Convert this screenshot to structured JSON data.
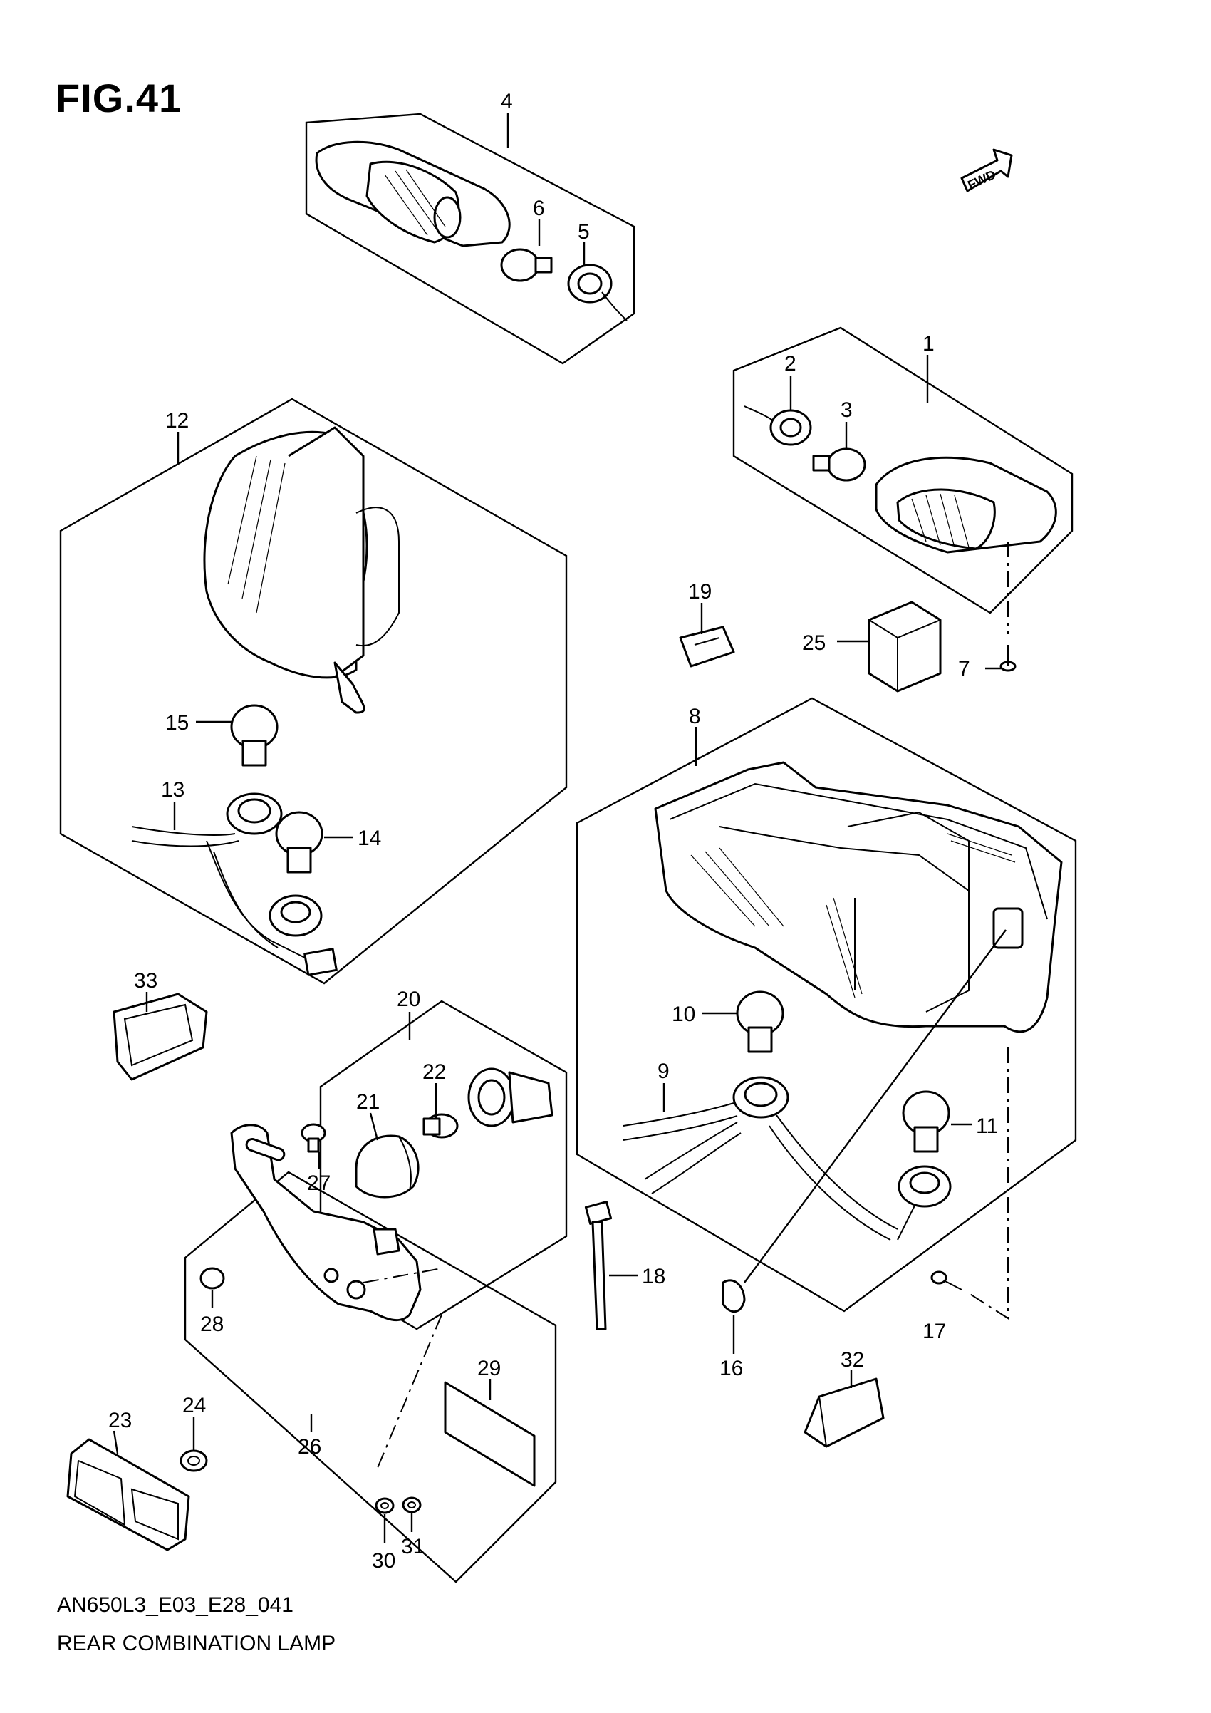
{
  "figure": {
    "title": "FIG.41"
  },
  "orientation_badge": {
    "label": "FWD",
    "icon": "forward-arrow-icon"
  },
  "footer": {
    "diagram_code": "AN650L3_E03_E28_041",
    "diagram_name": "REAR COMBINATION LAMP"
  },
  "callouts": {
    "c1": "1",
    "c2": "2",
    "c3": "3",
    "c4": "4",
    "c5": "5",
    "c6": "6",
    "c7": "7",
    "c8": "8",
    "c9": "9",
    "c10": "10",
    "c11": "11",
    "c12": "12",
    "c13": "13",
    "c14": "14",
    "c15": "15",
    "c16": "16",
    "c17": "17",
    "c18": "18",
    "c19": "19",
    "c20": "20",
    "c21": "21",
    "c22": "22",
    "c23": "23",
    "c24": "24",
    "c25": "25",
    "c26": "26",
    "c27": "27",
    "c28": "28",
    "c29": "29",
    "c30": "30",
    "c31": "31",
    "c32": "32",
    "c33": "33"
  }
}
